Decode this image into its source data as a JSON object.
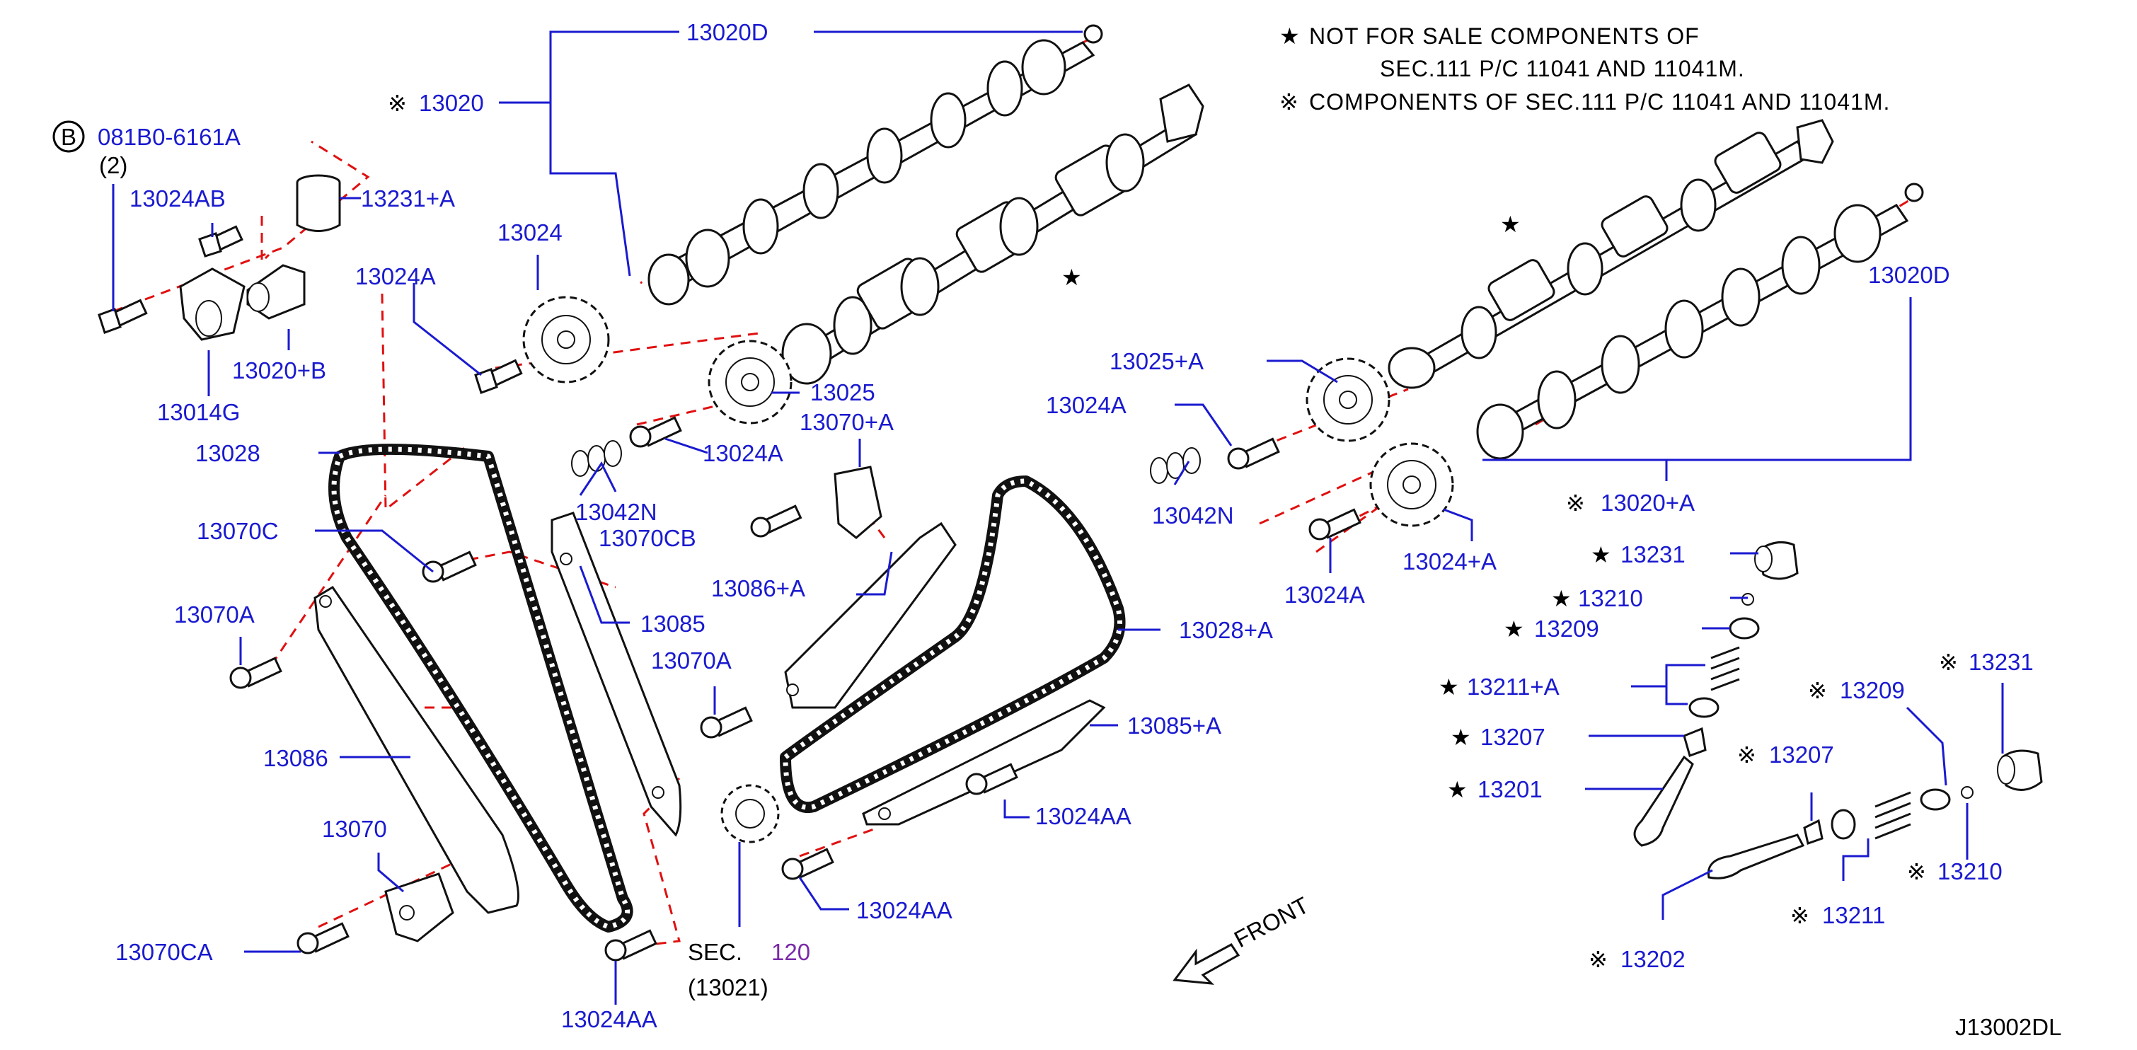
{
  "notes": {
    "star_line1": "NOT FOR SALE COMPONENTS OF",
    "star_line2": "SEC.111 P/C 11041 AND 11041M.",
    "kome_line": "COMPONENTS OF SEC.111 P/C 11041 AND 11041M."
  },
  "symbols": {
    "star": "★",
    "kome": "※",
    "bolt_ref": "B"
  },
  "labels": {
    "l_13020D_top": "13020D",
    "l_13020": "13020",
    "l_081B0": "081B0-6161A",
    "l_081B0_qty": "(2)",
    "l_13024AB": "13024AB",
    "l_13231A": "13231+A",
    "l_13024_top": "13024",
    "l_13024A_top": "13024A",
    "l_13020B": "13020+B",
    "l_13014G": "13014G",
    "l_13025": "13025",
    "l_13028": "13028",
    "l_13024A_mid": "13024A",
    "l_13070A_top": "13070+A",
    "l_13042N_left": "13042N",
    "l_13070CB": "13070CB",
    "l_13070C": "13070C",
    "l_13085": "13085",
    "l_13086A": "13086+A",
    "l_13070A_left": "13070A",
    "l_13070A_mid": "13070A",
    "l_13086": "13086",
    "l_13070": "13070",
    "l_13070CA": "13070CA",
    "l_13024AA_bottom": "13024AA",
    "l_sec": "SEC.",
    "l_sec_num": "120",
    "l_sec_sub": "(13021)",
    "l_13024AA_mid1": "13024AA",
    "l_13024AA_mid2": "13024AA",
    "l_13085A": "13085+A",
    "l_13028A": "13028+A",
    "l_13025A": "13025+A",
    "l_13024A_right": "13024A",
    "l_13042N_right": "13042N",
    "l_13024A_bottomright": "13024A",
    "l_13024plusA": "13024+A",
    "l_13020A": "13020+A",
    "l_13020D_right": "13020D",
    "l_13231_star": "13231",
    "l_13210_star": "13210",
    "l_13209_star": "13209",
    "l_13211A_star": "13211+A",
    "l_13207_star": "13207",
    "l_13201_star": "13201",
    "l_13209_kome": "13209",
    "l_13231_kome": "13231",
    "l_13207_kome": "13207",
    "l_13210_kome": "13210",
    "l_13211_kome": "13211",
    "l_13202_kome": "13202",
    "front": "FRONT",
    "diagram_id": "J13002DL"
  },
  "colors": {
    "callout": "#1a1ad0",
    "centerline": "#e01010",
    "linework": "#111111",
    "section_ref": "#7a2aa8"
  }
}
